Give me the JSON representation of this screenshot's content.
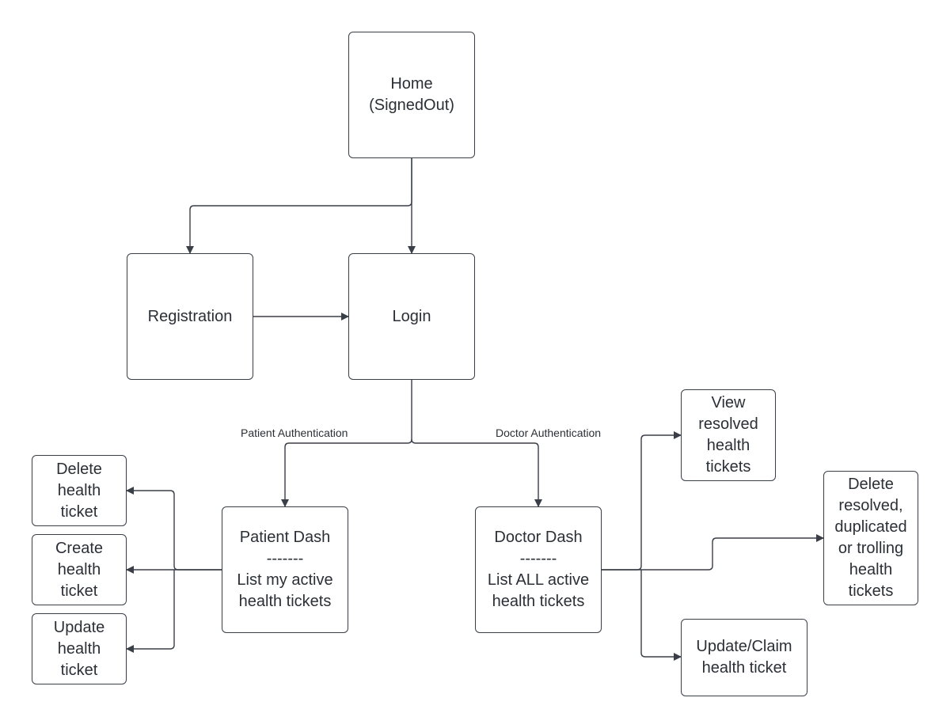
{
  "nodes": {
    "home": {
      "lines": [
        "Home",
        "(SignedOut)"
      ]
    },
    "registration": {
      "lines": [
        "Registration"
      ]
    },
    "login": {
      "lines": [
        "Login"
      ]
    },
    "patient_dash": {
      "lines": [
        "Patient Dash",
        "-------",
        "List my active",
        "health tickets"
      ]
    },
    "doctor_dash": {
      "lines": [
        "Doctor Dash",
        "-------",
        "List ALL active",
        "health tickets"
      ]
    },
    "delete_ticket": {
      "lines": [
        "Delete",
        "health",
        "ticket"
      ]
    },
    "create_ticket": {
      "lines": [
        "Create",
        "health",
        "ticket"
      ]
    },
    "update_ticket": {
      "lines": [
        "Update",
        "health",
        "ticket"
      ]
    },
    "view_resolved": {
      "lines": [
        "View",
        "resolved",
        "health",
        "tickets"
      ]
    },
    "delete_resolved": {
      "lines": [
        "Delete",
        "resolved,",
        "duplicated",
        "or trolling",
        "health",
        "tickets"
      ]
    },
    "update_claim": {
      "lines": [
        "Update/Claim",
        "health ticket"
      ]
    }
  },
  "edge_labels": {
    "patient_auth": "Patient Authentication",
    "doctor_auth": "Doctor Authentication"
  },
  "edges": [
    {
      "from": "home",
      "to": "registration"
    },
    {
      "from": "home",
      "to": "login"
    },
    {
      "from": "registration",
      "to": "login"
    },
    {
      "from": "login",
      "to": "patient_dash",
      "label": "Patient Authentication"
    },
    {
      "from": "login",
      "to": "doctor_dash",
      "label": "Doctor Authentication"
    },
    {
      "from": "patient_dash",
      "to": "delete_ticket"
    },
    {
      "from": "patient_dash",
      "to": "create_ticket"
    },
    {
      "from": "patient_dash",
      "to": "update_ticket"
    },
    {
      "from": "doctor_dash",
      "to": "view_resolved"
    },
    {
      "from": "doctor_dash",
      "to": "delete_resolved"
    },
    {
      "from": "doctor_dash",
      "to": "update_claim"
    }
  ],
  "colors": {
    "stroke": "#3a3f47",
    "text": "#2b2f36",
    "background": "#ffffff"
  }
}
